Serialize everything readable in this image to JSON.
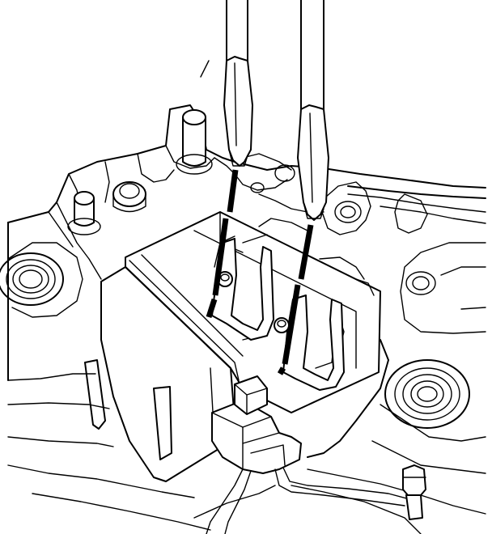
{
  "figure": {
    "colors": {
      "line": "#000000",
      "background": "#ffffff"
    },
    "parts": [
      "transmission-valve-body",
      "range-switch",
      "screwdriver-left",
      "screwdriver-right",
      "wire-harness-connector",
      "wire-clip"
    ]
  }
}
